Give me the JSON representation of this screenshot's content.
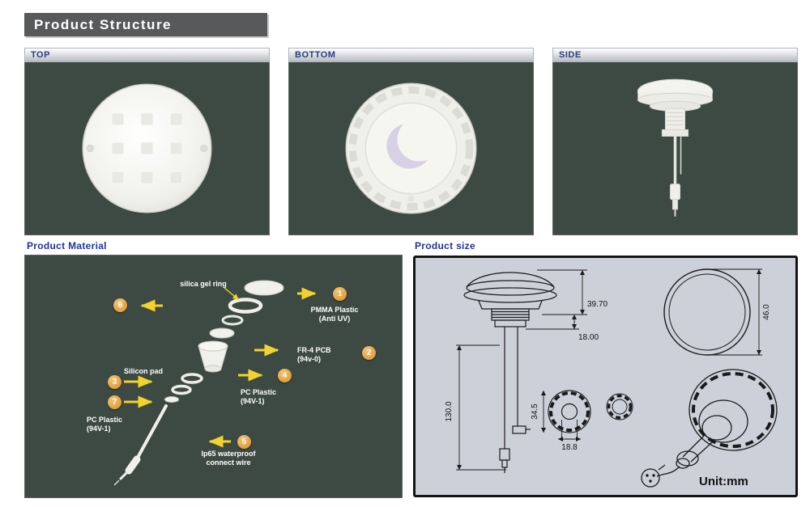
{
  "page": {
    "title": "Product Structure"
  },
  "views": [
    {
      "label": "TOP"
    },
    {
      "label": "BOTTOM"
    },
    {
      "label": "SIDE"
    }
  ],
  "material": {
    "title": "Product Material",
    "callouts": [
      {
        "num": "1",
        "label": "PMMA Plastic\n(Anti UV)"
      },
      {
        "num": "2",
        "label": "FR-4 PCB\n(94v-0)"
      },
      {
        "num": "3",
        "label": "Silicon pad"
      },
      {
        "num": "4",
        "label": "PC Plastic\n(94V-1)"
      },
      {
        "num": "5",
        "label": "Ip65 waterproof\nconnect wire"
      },
      {
        "num": "6",
        "label": "silica gel ring"
      },
      {
        "num": "7",
        "label": "PC Plastic\n(94V-1)"
      }
    ]
  },
  "size": {
    "title": "Product size",
    "unit": "Unit:mm",
    "dimensions": {
      "cap_height": "39.70",
      "collar_height": "18.00",
      "ring_diameter": "46.0",
      "total_length": "130.0",
      "gear_diameter": "34.5",
      "gear_hole": "18.8"
    }
  },
  "colors": {
    "panel_bg": "#3d4a43",
    "accent_arrow": "#f2d22e",
    "callout_badge": "#d8912c",
    "section_title": "#2233a0",
    "size_panel_bg": "#ccd1d9",
    "title_bar_bg": "#58595b"
  }
}
